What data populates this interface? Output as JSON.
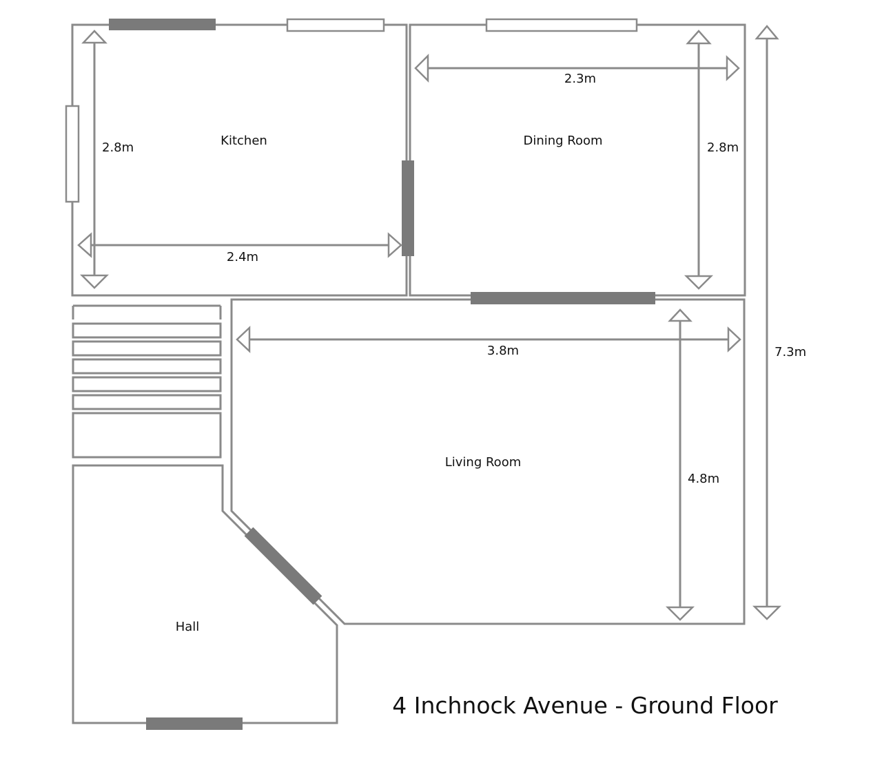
{
  "title": "4 Inchnock Avenue - Ground Floor",
  "rooms": {
    "kitchen": "Kitchen",
    "dining_room": "Dining Room",
    "living_room": "Living Room",
    "hall": "Hall"
  },
  "dimensions": {
    "kitchen_height": "2.8m",
    "kitchen_width": "2.4m",
    "dining_width": "2.3m",
    "dining_height": "2.8m",
    "living_width": "3.8m",
    "living_height": "4.8m",
    "total_height": "7.3m"
  },
  "colors": {
    "wall": "#8a8a8a",
    "door": "#7a7a7a",
    "text": "#111111"
  }
}
